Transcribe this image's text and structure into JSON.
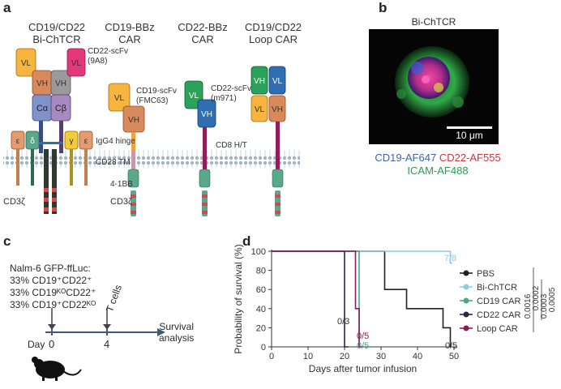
{
  "panels": {
    "a": "a",
    "b": "b",
    "c": "c",
    "d": "d"
  },
  "panel_a": {
    "constructs": [
      {
        "line1": "CD19/CD22",
        "line2": "Bi-ChTCR"
      },
      {
        "line1": "CD19-BBz",
        "line2": "CAR"
      },
      {
        "line1": "CD22-BBz",
        "line2": "CAR"
      },
      {
        "line1": "CD19/CD22",
        "line2": "Loop CAR"
      }
    ],
    "labels": {
      "cd22_scfv_9a8_l1": "CD22-scFv",
      "cd22_scfv_9a8_l2": "(9A8)",
      "cd19_scfv_l1": "CD19-scFv",
      "cd19_scfv_l2": "(FMC63)",
      "cd22_scfv_m971_l1": "CD22-scFv",
      "cd22_scfv_m971_l2": "(m971)",
      "igg4": "IgG4 hinge",
      "cd8": "CD8 H/T",
      "cd28": "CD28 TM",
      "bb41": "4-1BB",
      "cd3z_a": "CD3ζ",
      "cd3z_b": "CD3ζ"
    },
    "domains": {
      "vl": "VL",
      "vh": "VH",
      "calpha": "Cα",
      "cbeta": "Cβ",
      "eps": "ε",
      "delta": "δ",
      "gamma": "γ"
    },
    "colors": {
      "orange": "#f6b53f",
      "pink": "#e3397b",
      "tan": "#d98a5c",
      "purple": "#a98ac0",
      "grey": "#9a9a9a",
      "green": "#2aa259",
      "blue": "#2f6fb1",
      "maroon": "#8f1e5a",
      "teal": "#5aa88a"
    }
  },
  "panel_b": {
    "title": "Bi-ChTCR",
    "scale": "10 μm",
    "stains": [
      {
        "text": "CD19-AF647",
        "color": "#3f63b0"
      },
      {
        "text": "CD22-AF555",
        "color": "#d0353f"
      },
      {
        "text": "ICAM-AF488",
        "color": "#2e9a52"
      }
    ]
  },
  "panel_c": {
    "cells_title": "Nalm-6 GFP-ffLuc:",
    "mix": [
      "33% CD19⁺CD22⁺",
      "33% CD19ᴷᴼCD22⁺",
      "33% CD19⁺CD22ᴷᴼ"
    ],
    "tcells": "T cells",
    "day_label": "Day",
    "day0": "0",
    "day4": "4",
    "endpoint_l1": "Survival",
    "endpoint_l2": "analysis"
  },
  "chart_data": {
    "type": "line",
    "title": "",
    "xlabel": "Days after tumor infusion",
    "ylabel": "Probability of survival (%)",
    "xlim": [
      0,
      50
    ],
    "ylim": [
      0,
      100
    ],
    "xticks": [
      "0",
      "10",
      "20",
      "30",
      "40",
      "50"
    ],
    "yticks": [
      "0",
      "20",
      "40",
      "60",
      "80",
      "100"
    ],
    "series": [
      {
        "name": "PBS",
        "color": "#222222",
        "steps": [
          [
            0,
            100
          ],
          [
            31,
            100
          ],
          [
            31,
            60
          ],
          [
            37,
            60
          ],
          [
            37,
            40
          ],
          [
            47,
            40
          ],
          [
            47,
            20
          ],
          [
            49,
            20
          ],
          [
            49,
            0
          ]
        ]
      },
      {
        "name": "Bi-ChTCR",
        "color": "#8fcbe2",
        "steps": [
          [
            0,
            100
          ],
          [
            49,
            100
          ],
          [
            49,
            87.5
          ],
          [
            49.5,
            87.5
          ]
        ]
      },
      {
        "name": "CD19 CAR",
        "color": "#4aa784",
        "steps": [
          [
            0,
            100
          ],
          [
            24,
            100
          ],
          [
            24,
            0
          ],
          [
            25,
            0
          ]
        ]
      },
      {
        "name": "CD22 CAR",
        "color": "#2a2450",
        "steps": [
          [
            0,
            100
          ],
          [
            20,
            100
          ],
          [
            20,
            0
          ],
          [
            21,
            0
          ]
        ]
      },
      {
        "name": "Loop CAR",
        "color": "#8c1d58",
        "steps": [
          [
            0,
            100
          ],
          [
            23,
            100
          ],
          [
            23,
            40
          ],
          [
            24,
            40
          ],
          [
            24,
            0
          ],
          [
            25,
            0
          ]
        ]
      }
    ],
    "annotations": [
      {
        "text": "7/8",
        "color": "#8fcbe2"
      },
      {
        "text": "0/3",
        "color": "#333333"
      },
      {
        "text": "0/5",
        "color": "#8c1d58"
      },
      {
        "text": "0/5",
        "color": "#4aa784"
      },
      {
        "text": "0/5",
        "color": "#333333"
      }
    ],
    "pvalues": [
      "0.0016",
      "0.0002",
      "0.0003",
      "0.0005"
    ]
  }
}
